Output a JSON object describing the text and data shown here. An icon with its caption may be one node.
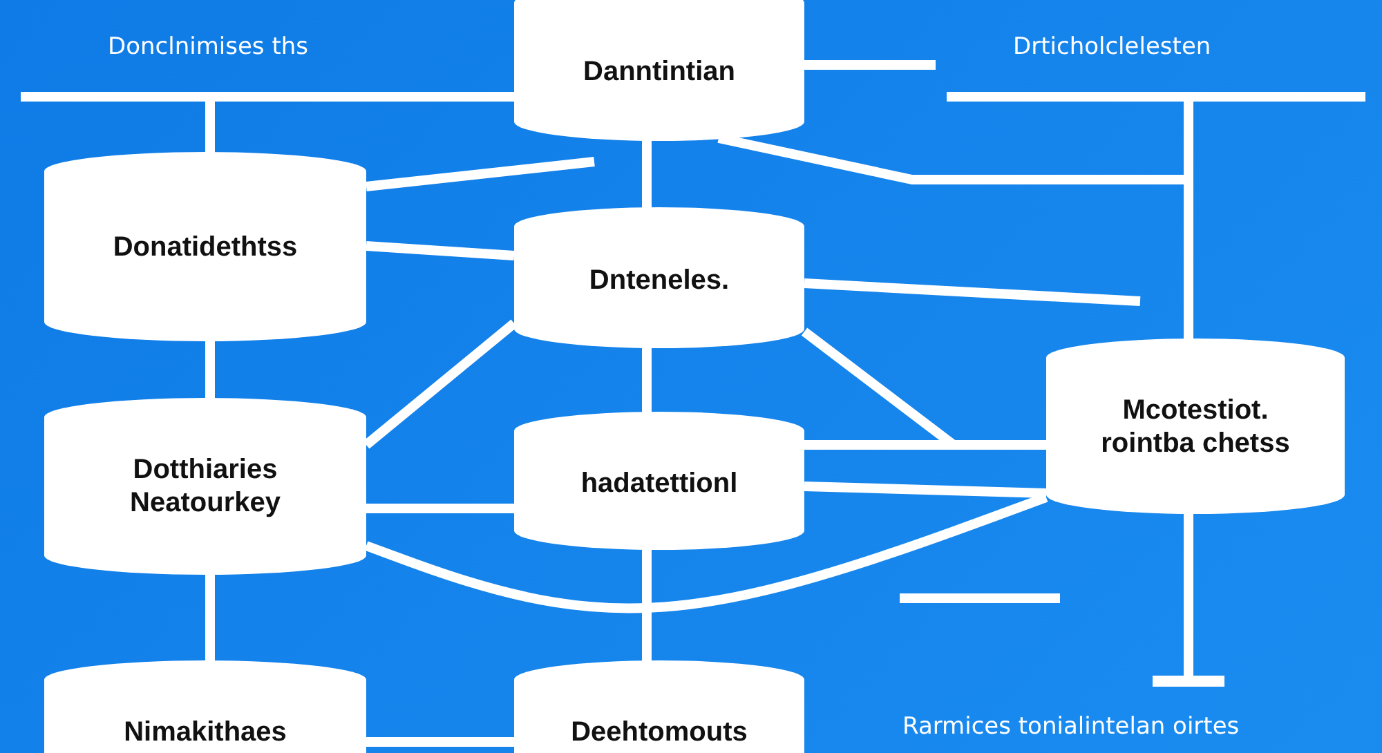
{
  "diagram": {
    "nodes": [
      {
        "text": [
          "Danntintian"
        ]
      },
      {
        "text": [
          "Donatidethtss"
        ]
      },
      {
        "text": [
          "Dnteneles."
        ]
      },
      {
        "text": [
          "Dotthiaries Neatourkey"
        ]
      },
      {
        "text": [
          "hadatettionl"
        ]
      },
      {
        "text": [
          "Mcotestiot. rointba chetss"
        ]
      },
      {
        "text": [
          "Nimakithaes"
        ]
      },
      {
        "text": [
          "Deehtomouts"
        ]
      }
    ],
    "edges": [
      {
        "from": 0,
        "to": 1,
        "arrow": "none"
      },
      {
        "from": 0,
        "to": null,
        "arrow": "none"
      },
      {
        "from": 0,
        "to": 5,
        "arrow": "none"
      },
      {
        "from": 1,
        "to": null,
        "arrow": "none"
      },
      {
        "from": 1,
        "to": 2,
        "arrow": "none"
      },
      {
        "from": 0,
        "to": 2,
        "arrow": "none"
      },
      {
        "from": 2,
        "to": null,
        "arrow": "none"
      },
      {
        "from": 2,
        "to": 3,
        "arrow": "none"
      },
      {
        "from": 2,
        "to": 5,
        "arrow": "none"
      },
      {
        "from": 4,
        "to": 5,
        "arrow": "none"
      },
      {
        "from": 4,
        "to": 5,
        "arrow": "none"
      },
      {
        "from": 3,
        "to": 5,
        "arrow": "none"
      },
      {
        "from": 2,
        "to": 4,
        "arrow": "none"
      },
      {
        "from": 3,
        "to": 4,
        "arrow": "none"
      },
      {
        "from": 1,
        "to": 3,
        "arrow": "none"
      },
      {
        "from": 3,
        "to": 6,
        "arrow": "none"
      },
      {
        "from": 4,
        "to": 7,
        "arrow": "none"
      },
      {
        "from": 6,
        "to": 7,
        "arrow": "none"
      },
      {
        "from": 5,
        "to": null,
        "arrow": "other"
      }
    ],
    "labels": [
      "Donclnimises ths",
      "Drticholclelesten",
      "Rarmices tonialintelan oirtes"
    ]
  }
}
